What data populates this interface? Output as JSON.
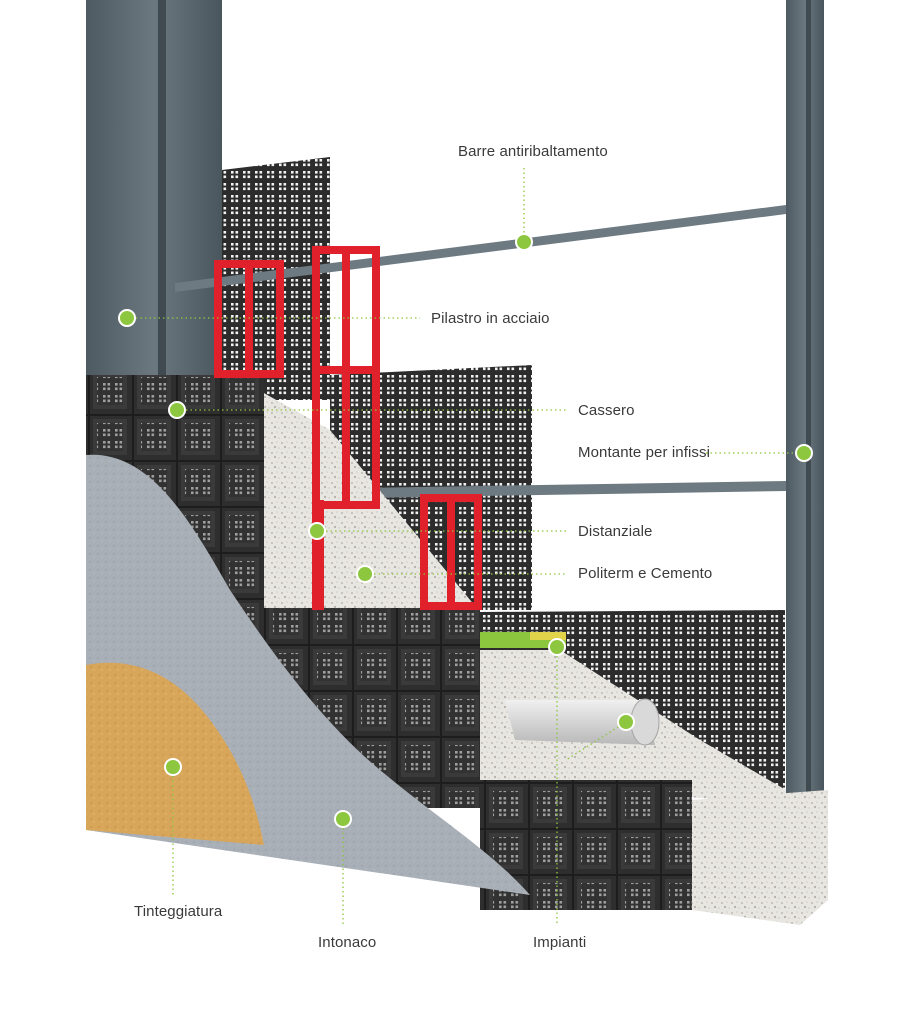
{
  "labels": {
    "barre": "Barre antiribaltamento",
    "pilastro": "Pilastro in acciaio",
    "cassero": "Cassero",
    "montante": "Montante per infissi",
    "distanziale": "Distanziale",
    "politerm": "Politerm e Cemento",
    "tinteggiatura": "Tinteggiatura",
    "intonaco": "Intonaco",
    "impianti": "Impianti"
  },
  "colors": {
    "accent": "#8dc63f",
    "steel": "#5e6b73",
    "formwork": "#2b2b2b",
    "spacer": "#e0202a",
    "plaster": "#a7adb5",
    "paint": "#d9a85a",
    "concrete": "#e6e4df"
  }
}
